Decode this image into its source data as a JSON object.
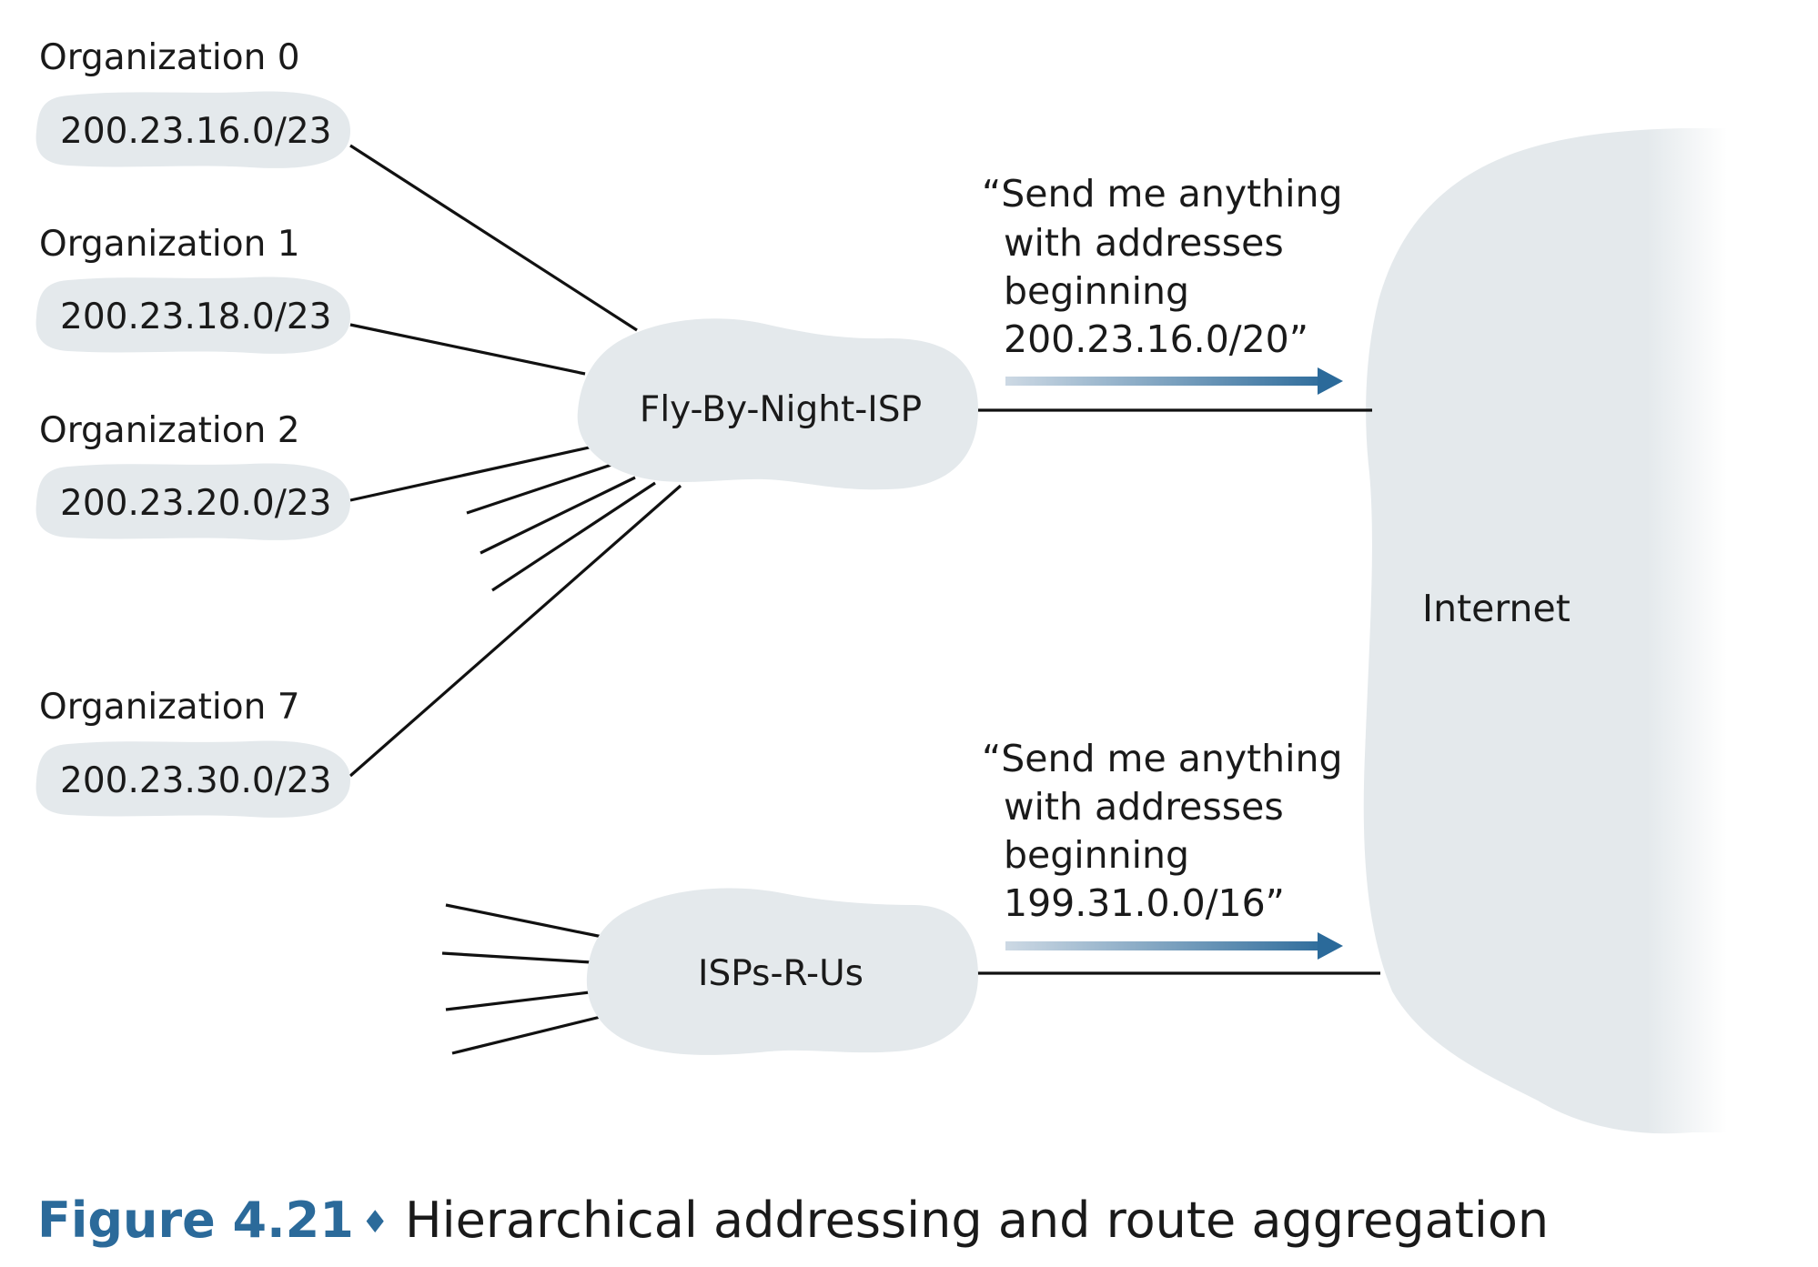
{
  "organizations": [
    {
      "name": "Organization 0",
      "prefix": "200.23.16.0/23"
    },
    {
      "name": "Organization 1",
      "prefix": "200.23.18.0/23"
    },
    {
      "name": "Organization 2",
      "prefix": "200.23.20.0/23"
    },
    {
      "name": "Organization 7",
      "prefix": "200.23.30.0/23"
    }
  ],
  "isps": {
    "fly_by_night": {
      "name": "Fly-By-Night-ISP"
    },
    "isps_r_us": {
      "name": "ISPs-R-Us"
    }
  },
  "internet": {
    "name": "Internet"
  },
  "announcements": {
    "fly_by_night": [
      "“Send me anything",
      "with addresses",
      "beginning",
      "200.23.16.0/20”"
    ],
    "isps_r_us": [
      "“Send me anything",
      "with addresses",
      "beginning",
      "199.31.0.0/16”"
    ]
  },
  "caption": {
    "figure_number": "Figure 4.21",
    "separator": "♦",
    "text": "Hierarchical addressing and route aggregation"
  },
  "colors": {
    "cloud_fill": "#e4e9ec",
    "arrow_start": "#c8d6e2",
    "arrow_end": "#2b6a9a",
    "caption_accent": "#2b6a9a"
  }
}
